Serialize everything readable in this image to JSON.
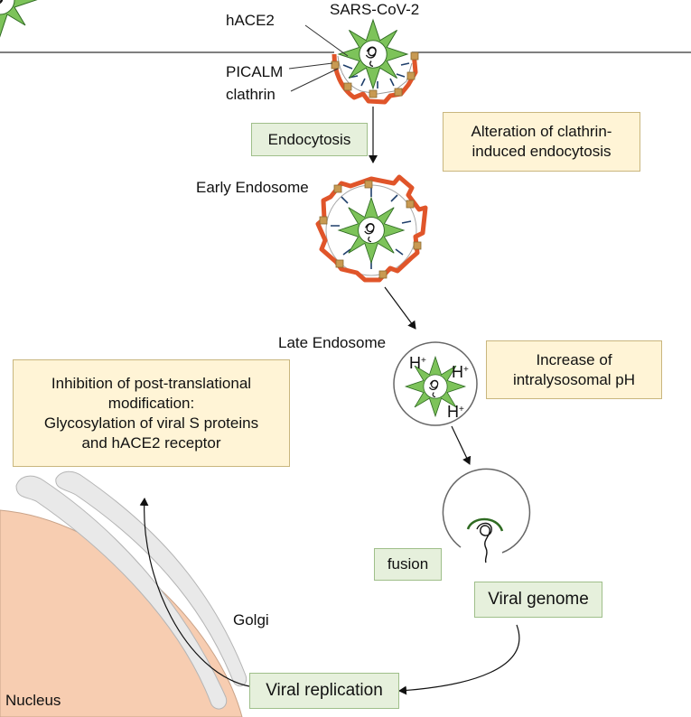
{
  "labels": {
    "hace2": "hACE2",
    "sars": "SARS-CoV-2",
    "picalm": "PICALM",
    "clathrin": "clathrin",
    "early": "Early Endosome",
    "late": "Late Endosome",
    "golgi": "Golgi",
    "nucleus": "Nucleus"
  },
  "boxes": {
    "endocytosis": "Endocytosis",
    "alteration_1": "Alteration of clathrin-",
    "alteration_2": "induced endocytosis",
    "increase_1": "Increase of",
    "increase_2": "intralysosomal pH",
    "inhibition_1": "Inhibition of post-translational",
    "inhibition_2": "modification:",
    "inhibition_3": "Glycosylation of viral S proteins",
    "inhibition_4": "and hACE2 receptor",
    "fusion": "fusion",
    "genome": "Viral genome",
    "replication": "Viral replication"
  },
  "ions": {
    "h": "H",
    "plus": "+"
  },
  "colors": {
    "clathrin_coat": "#e0552a",
    "picalm": "#c89a52",
    "hace2": "#1f3f6b",
    "virus_spike": "#7dc35a",
    "golgi": "#e6e6e6",
    "nucleus": "#f7cdb1",
    "green_box": "#e6f0dc",
    "yellow_box": "#fff4d6"
  }
}
